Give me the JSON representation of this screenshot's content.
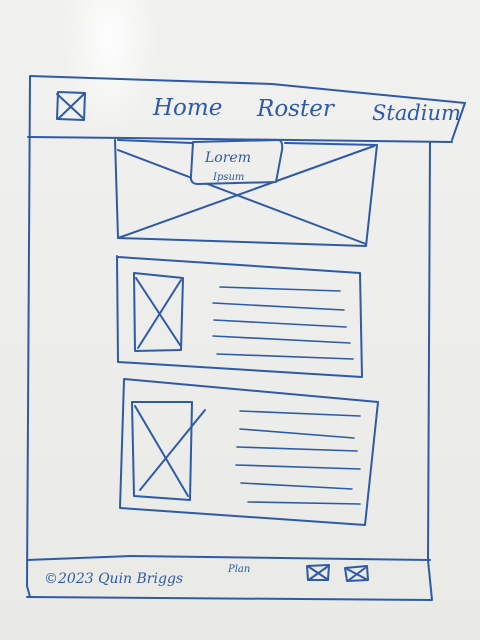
{
  "nav": {
    "items": [
      "Home",
      "Roster",
      "Stadium"
    ]
  },
  "hero": {
    "badge_line1": "Lorem",
    "badge_line2": "Ipsum"
  },
  "footer": {
    "copyright": "©2023 Quin Briggs",
    "link": "Plan"
  },
  "colors": {
    "ink": "#2e5aa8",
    "board": "#efefed"
  }
}
